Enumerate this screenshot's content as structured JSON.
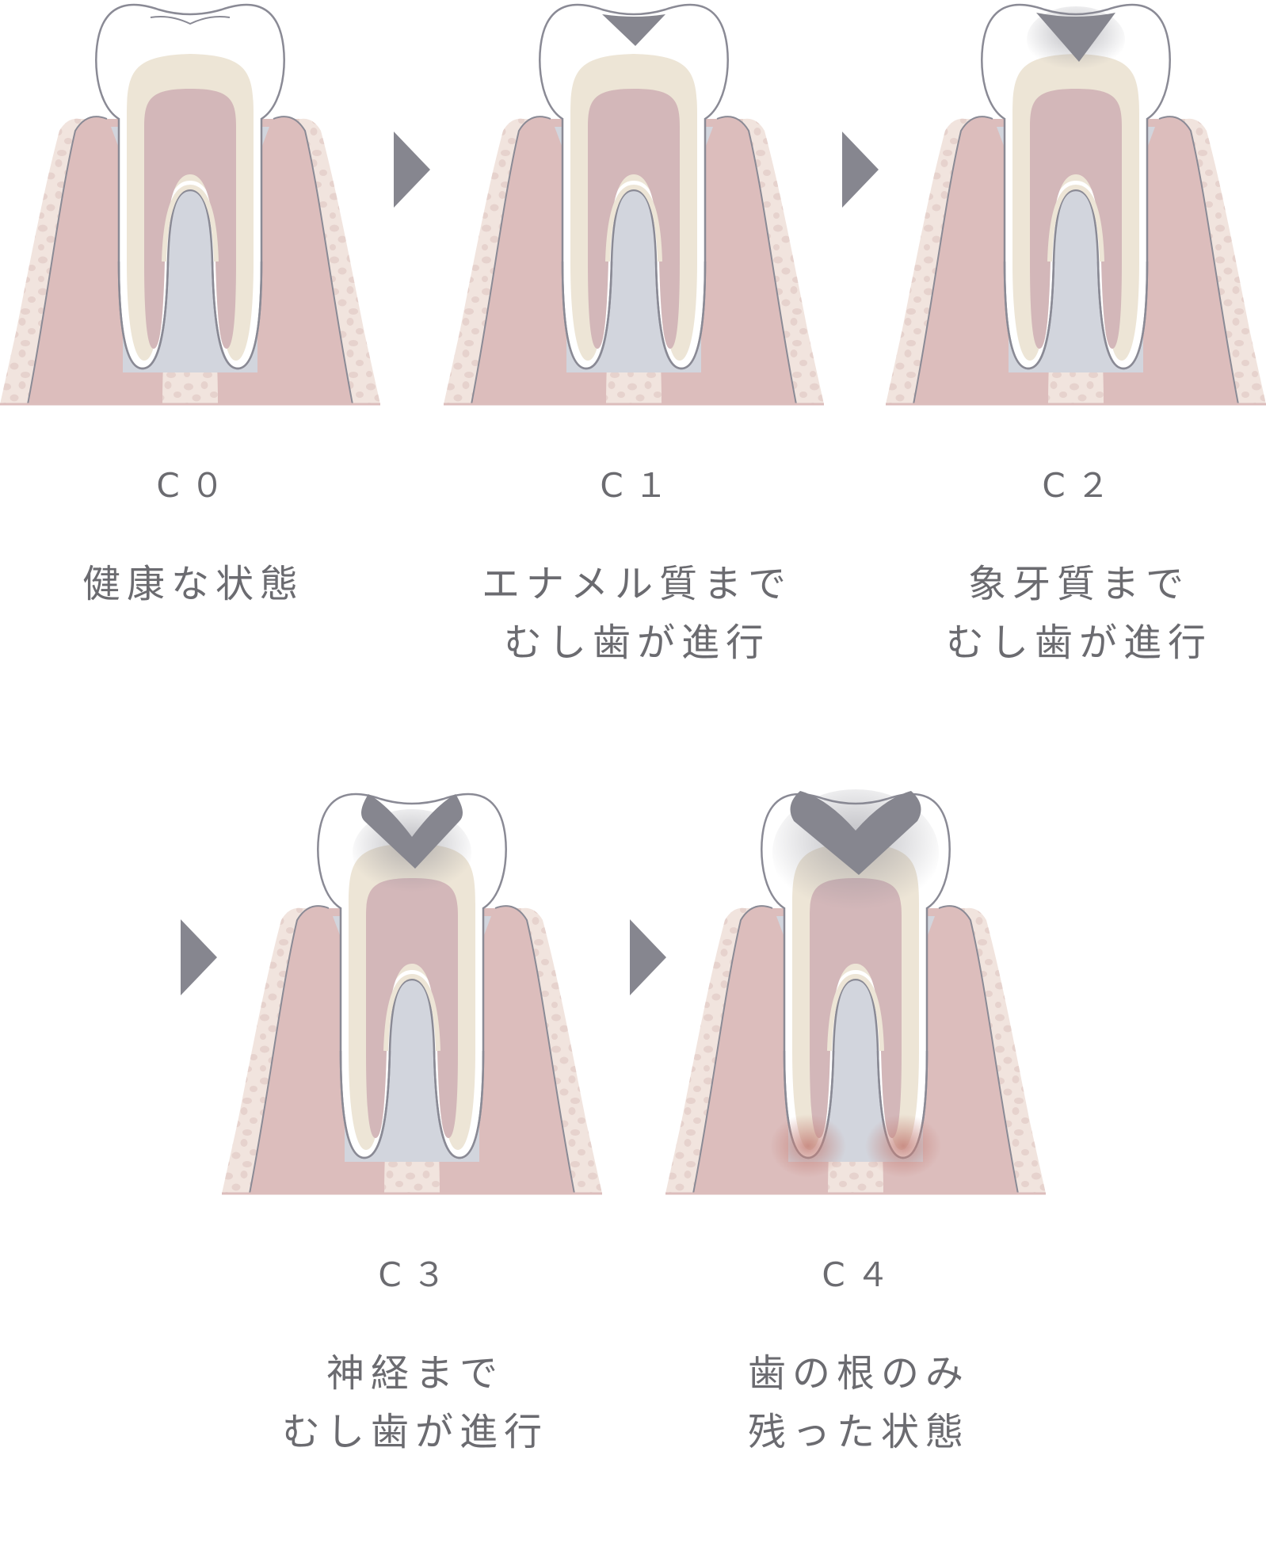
{
  "colors": {
    "bone": "#f1e4de",
    "bone_dots": "#e6d2cd",
    "gum": "#dcbdbc",
    "gum_line": "#8a8a95",
    "gum_gap": "#d2d5dd",
    "enamel": "#ffffff",
    "dentin": "#ede5d6",
    "pulp": "#d3b7b9",
    "caries": "#86868f",
    "abscess": "#c48078",
    "text": "#6b6b70",
    "arrow": "#86868f"
  },
  "stages": [
    {
      "code": "C０",
      "lines": [
        "健康な状態"
      ],
      "decay": 0,
      "abscess": false
    },
    {
      "code": "C１",
      "lines": [
        "エナメル質まで",
        "むし歯が進行"
      ],
      "decay": 1,
      "abscess": false
    },
    {
      "code": "C２",
      "lines": [
        "象牙質まで",
        "むし歯が進行"
      ],
      "decay": 2,
      "abscess": false
    },
    {
      "code": "C３",
      "lines": [
        "神経まで",
        "むし歯が進行"
      ],
      "decay": 3,
      "abscess": false
    },
    {
      "code": "C４",
      "lines": [
        "歯の根のみ",
        "残った状態"
      ],
      "decay": 4,
      "abscess": true
    }
  ]
}
